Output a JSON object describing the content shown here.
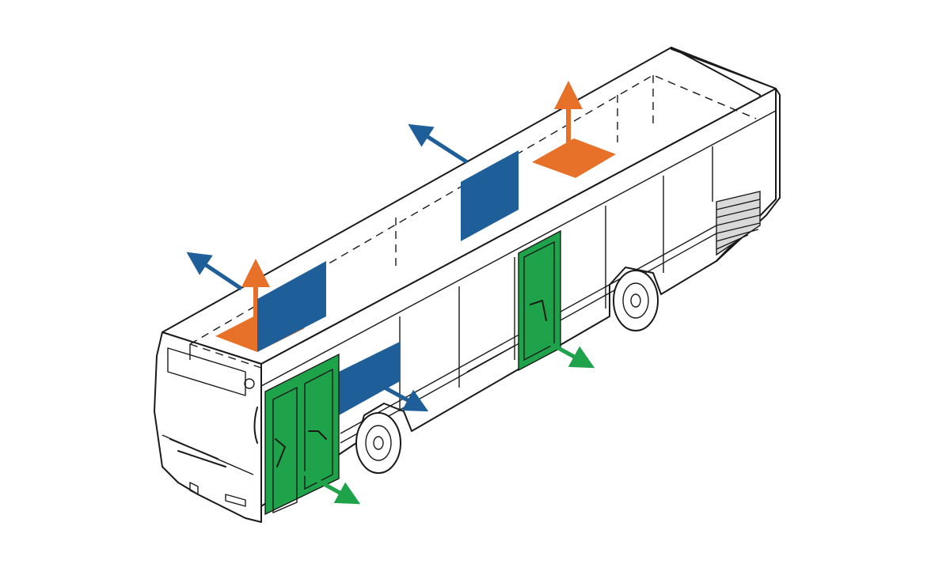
{
  "diagram": {
    "subject": "bus",
    "colors": {
      "roof_hatch_exhaust": "#e8712a",
      "window_vent": "#1f5f99",
      "door_opening": "#1fa34a",
      "outline": "#1a1a1a"
    },
    "roof_hatches": [
      {
        "position": "front",
        "airflow": "up"
      },
      {
        "position": "rear",
        "airflow": "up"
      }
    ],
    "windows_open": [
      {
        "position": "roof-front-left",
        "airflow": "out"
      },
      {
        "position": "roof-mid",
        "airflow": "out"
      },
      {
        "position": "side-front",
        "airflow": "out"
      }
    ],
    "doors_open": [
      {
        "position": "front",
        "airflow": "out"
      },
      {
        "position": "middle",
        "airflow": "out"
      }
    ]
  }
}
